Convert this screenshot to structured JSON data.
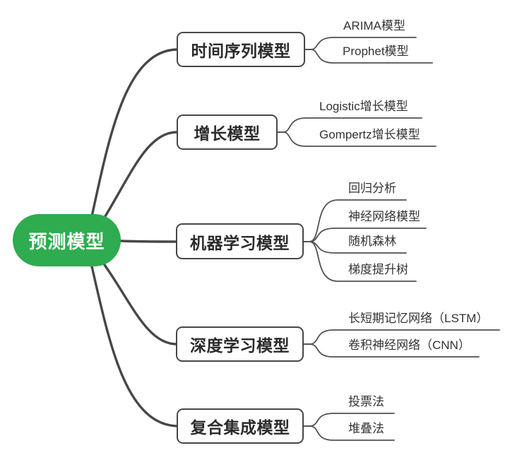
{
  "root": {
    "label": "预测模型"
  },
  "branches": [
    {
      "label": "时间序列模型",
      "children": [
        {
          "label": "ARIMA模型"
        },
        {
          "label": "Prophet模型"
        }
      ]
    },
    {
      "label": "增长模型",
      "children": [
        {
          "label": "Logistic增长模型"
        },
        {
          "label": "Gompertz增长模型"
        }
      ]
    },
    {
      "label": "机器学习模型",
      "children": [
        {
          "label": "回归分析"
        },
        {
          "label": "神经网络模型"
        },
        {
          "label": "随机森林"
        },
        {
          "label": "梯度提升树"
        }
      ]
    },
    {
      "label": "深度学习模型",
      "children": [
        {
          "label": "长短期记忆网络（LSTM）"
        },
        {
          "label": "卷积神经网络（CNN）"
        }
      ]
    },
    {
      "label": "复合集成模型",
      "children": [
        {
          "label": "投票法"
        },
        {
          "label": "堆叠法"
        }
      ]
    }
  ],
  "colors": {
    "root_bg": "#2eac4f",
    "root_text": "#ffffff",
    "branch_border": "#474747",
    "thick_line": "#474747",
    "leaf_line": "#515151",
    "leaf_text": "#333333",
    "background": "#ffffff"
  }
}
